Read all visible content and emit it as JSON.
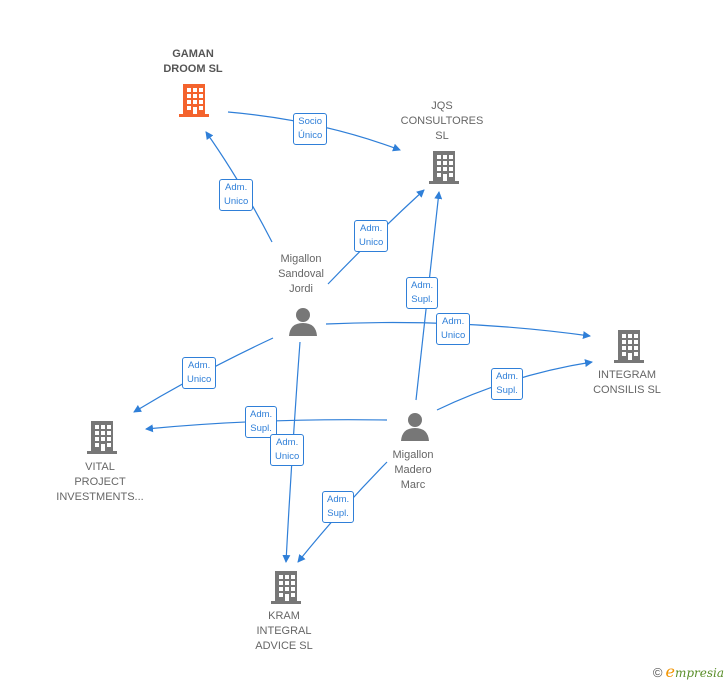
{
  "colors": {
    "edge": "#2f7fd8",
    "company": "#777777",
    "main_company": "#f4632d",
    "person": "#777777"
  },
  "nodes": {
    "gaman": {
      "label": "GAMAN\nDROOM  SL",
      "icon": "building-icon"
    },
    "jqs": {
      "label": "JQS\nCONSULTORES\nSL",
      "icon": "building-icon"
    },
    "integram": {
      "label": "INTEGRAM\nCONSILIS  SL",
      "icon": "building-icon"
    },
    "vital": {
      "label": "VITAL\nPROJECT\nINVESTMENTS...",
      "icon": "building-icon"
    },
    "kram": {
      "label": "KRAM\nINTEGRAL\nADVICE  SL",
      "icon": "building-icon"
    },
    "jordi": {
      "label": "Migallon\nSandoval\nJordi",
      "icon": "person-icon"
    },
    "marc": {
      "label": "Migallon\nMadero\nMarc",
      "icon": "person-icon"
    }
  },
  "edges": {
    "e1": {
      "label": "Socio\nÚnico"
    },
    "e2": {
      "label": "Adm.\nUnico"
    },
    "e3": {
      "label": "Adm.\nUnico"
    },
    "e4": {
      "label": "Adm.\nSupl."
    },
    "e5": {
      "label": "Adm.\nUnico"
    },
    "e6": {
      "label": "Adm.\nSupl."
    },
    "e7": {
      "label": "Adm.\nUnico"
    },
    "e8": {
      "label": "Adm.\nSupl."
    },
    "e9": {
      "label": "Adm.\nUnico"
    },
    "e10": {
      "label": "Adm.\nSupl."
    }
  },
  "footer": {
    "copyright": "©",
    "brand_initial": "e",
    "brand_rest": "mpresia"
  }
}
